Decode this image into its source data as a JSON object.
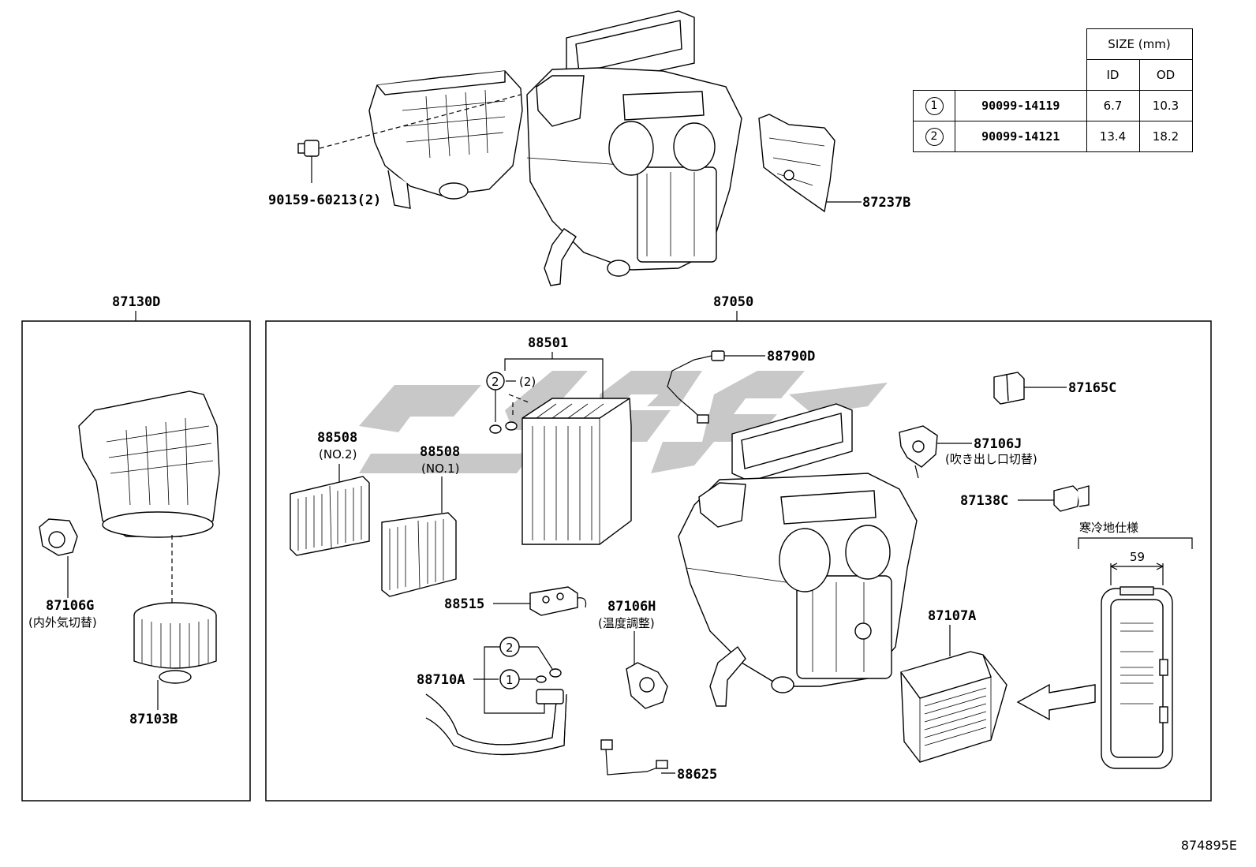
{
  "size_table": {
    "header": "SIZE (mm)",
    "col_id": "ID",
    "col_od": "OD",
    "rows": [
      {
        "ref": "1",
        "part": "90099-14119",
        "id": "6.7",
        "od": "10.3"
      },
      {
        "ref": "2",
        "part": "90099-14121",
        "id": "13.4",
        "od": "18.2"
      }
    ]
  },
  "labels": {
    "bolt": "90159-60213(2)",
    "cover": "87237B",
    "blower_assy": "87130D",
    "unit_assy": "87050",
    "damper_servo_g": "87106G",
    "damper_servo_g_note": "(内外気切替)",
    "blower_motor": "87103B",
    "evaporator": "88501",
    "oring_ref": "2",
    "oring_qty": "(2)",
    "filter_no2": "88508",
    "filter_no2_note": "(NO.2)",
    "filter_no1": "88508",
    "filter_no1_note": "(NO.1)",
    "expansion_valve": "88515",
    "tube": "88710A",
    "tube_ref2": "2",
    "tube_ref1": "1",
    "thermistor": "88790D",
    "damper_servo_h": "87106H",
    "damper_servo_h_note": "(温度調整)",
    "wire": "88625",
    "resistor": "87165C",
    "damper_servo_j": "87106J",
    "damper_servo_j_note": "(吹き出し口切替)",
    "amplifier": "87138C",
    "heater_core": "87107A",
    "cold_spec": "寒冷地仕様",
    "dim_59": "59"
  },
  "diagram_code": "874895E"
}
